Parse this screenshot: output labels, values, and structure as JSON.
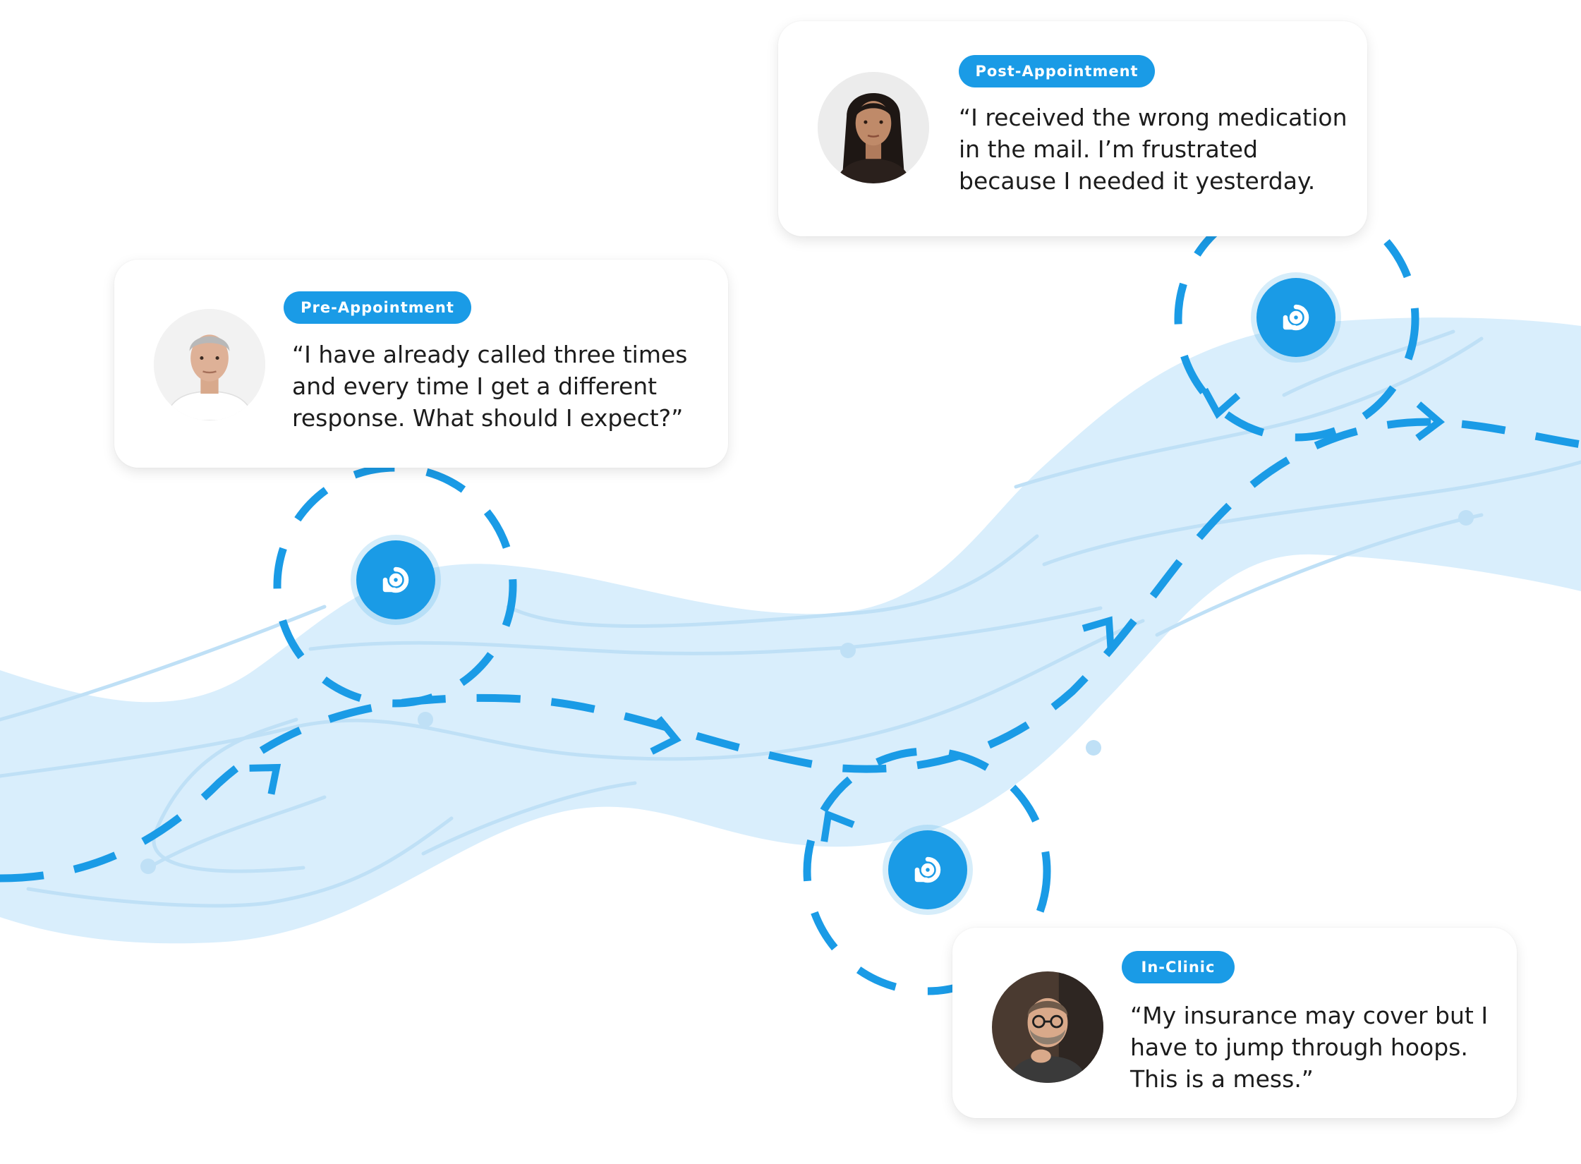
{
  "journey": {
    "stages": [
      {
        "id": "pre",
        "badge": "Pre-Appointment",
        "person": "older-man-avatar",
        "quote_lines": [
          "“I have already called three times",
          "and every time I get a different",
          "response. What should I expect?”"
        ]
      },
      {
        "id": "post",
        "badge": "Post-Appointment",
        "person": "young-woman-avatar",
        "quote_lines": [
          "“I received the wrong medication",
          "in the mail. I’m frustrated",
          "because I needed it yesterday."
        ]
      },
      {
        "id": "clinic",
        "badge": "In-Clinic",
        "person": "bearded-man-avatar",
        "quote_lines": [
          "“My insurance may cover but I",
          "have to jump through hoops.",
          "This is a mess.”"
        ]
      }
    ]
  },
  "colors": {
    "accent": "#1a9be6",
    "river": "#d9eefc",
    "river_line": "#bfe0f6",
    "text": "#1c1c1c"
  },
  "icons": {
    "stage_marker": "spiral-target-icon",
    "path_arrow": "arrow-head-icon"
  }
}
